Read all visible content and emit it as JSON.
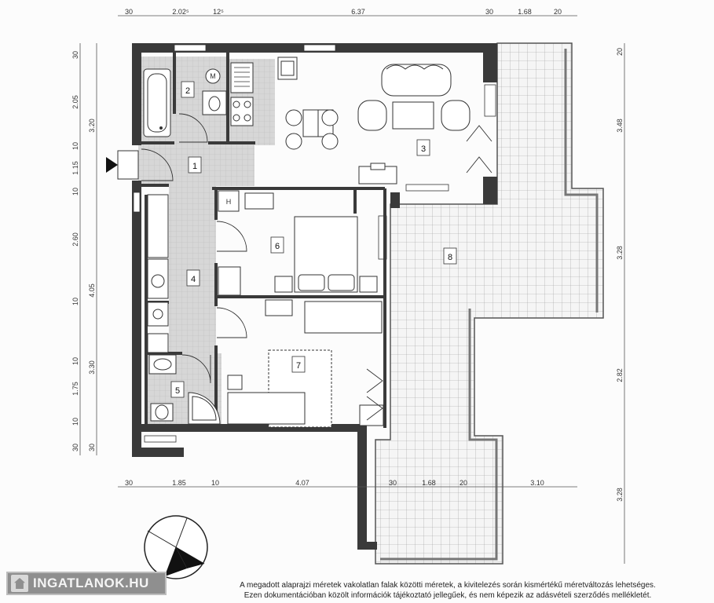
{
  "rooms": [
    {
      "id": "1",
      "label": "1"
    },
    {
      "id": "2",
      "label": "2"
    },
    {
      "id": "3",
      "label": "3"
    },
    {
      "id": "4",
      "label": "4"
    },
    {
      "id": "5",
      "label": "5"
    },
    {
      "id": "6",
      "label": "6"
    },
    {
      "id": "7",
      "label": "7"
    },
    {
      "id": "8",
      "label": "8"
    }
  ],
  "appliance_labels": {
    "meter": "M",
    "heater": "H"
  },
  "dimensions": {
    "top": [
      "30",
      "2.02⁵",
      "12⁵",
      "6.37",
      "30",
      "1.68",
      "20"
    ],
    "left": [
      "30",
      "2.05",
      "3.20",
      "10",
      "1.15",
      "10",
      "2.60",
      "4.05",
      "10",
      "3.30",
      "10",
      "1.75",
      "10",
      "30",
      "30"
    ],
    "right": [
      "20",
      "3.48",
      "3.28",
      "2.82",
      "3.28"
    ],
    "bottom": [
      "30",
      "1.85",
      "10",
      "4.07",
      "30",
      "1.68",
      "20",
      "3.10"
    ]
  },
  "footnote": {
    "line1": "A megadott alaprajzi méretek vakolatlan falak közötti méretek, a kivitelezés során kismértékű méretváltozás lehetséges.",
    "line2": "Ezen dokumentációban közölt információk tájékoztató jellegűek, és nem képezik az adásvételi szerződés mellékletét."
  },
  "logo": {
    "text": "INGATLANOK.HU"
  }
}
